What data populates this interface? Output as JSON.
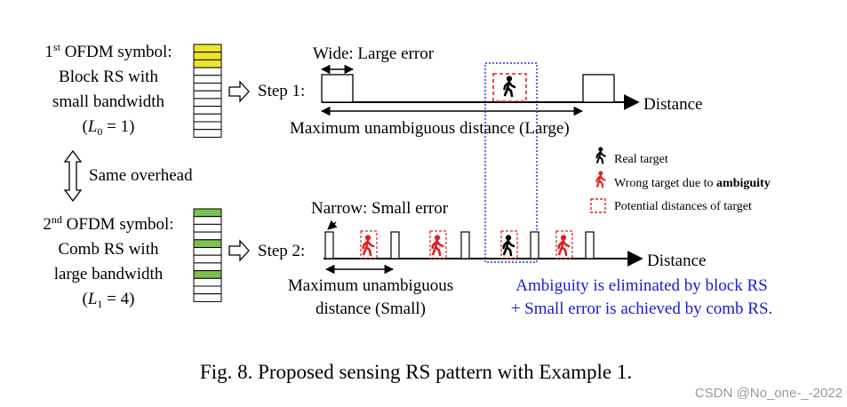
{
  "symbol1": {
    "line1_pre": "1",
    "line1_sup": "st",
    "line1_post": " OFDM symbol:",
    "line2": "Block RS with",
    "line3": "small bandwidth",
    "param_open": "(",
    "param_var": "L",
    "param_sub": "0",
    "param_rest": " = 1)"
  },
  "symbol2": {
    "line1_pre": "2",
    "line1_sup": "nd",
    "line1_post": " OFDM symbol:",
    "line2": "Comb RS with",
    "line3": "large bandwidth",
    "param_open": "(",
    "param_var": "L",
    "param_sub": "1",
    "param_rest": " = 4)"
  },
  "same_overhead": "Same overhead",
  "step1": {
    "label": "Step 1:",
    "wide_label": "Wide: Large error",
    "axis_label": "Distance",
    "range_label": "Maximum unambiguous distance (Large)"
  },
  "step2": {
    "label": "Step 2:",
    "narrow_label": "Narrow: Small error",
    "axis_label": "Distance",
    "range_label_line1": "Maximum unambiguous",
    "range_label_line2": "distance (Small)"
  },
  "legend": {
    "real": "Real target",
    "wrong_pre": "Wrong target due to ",
    "wrong_bold": "ambiguity",
    "potential": "Potential distances of target"
  },
  "conclusion": {
    "line1": "Ambiguity is eliminated by block RS",
    "line2": "+ Small error is achieved by comb RS."
  },
  "caption": "Fig. 8.  Proposed sensing RS pattern with Example 1.",
  "watermark": "CSDN @No_one-_-2022",
  "colors": {
    "yellow": "#f0e42a",
    "green": "#7cc04e",
    "blue_text": "#1a1ad6",
    "blue_box": "#2b2bd8",
    "red": "#e02020"
  }
}
